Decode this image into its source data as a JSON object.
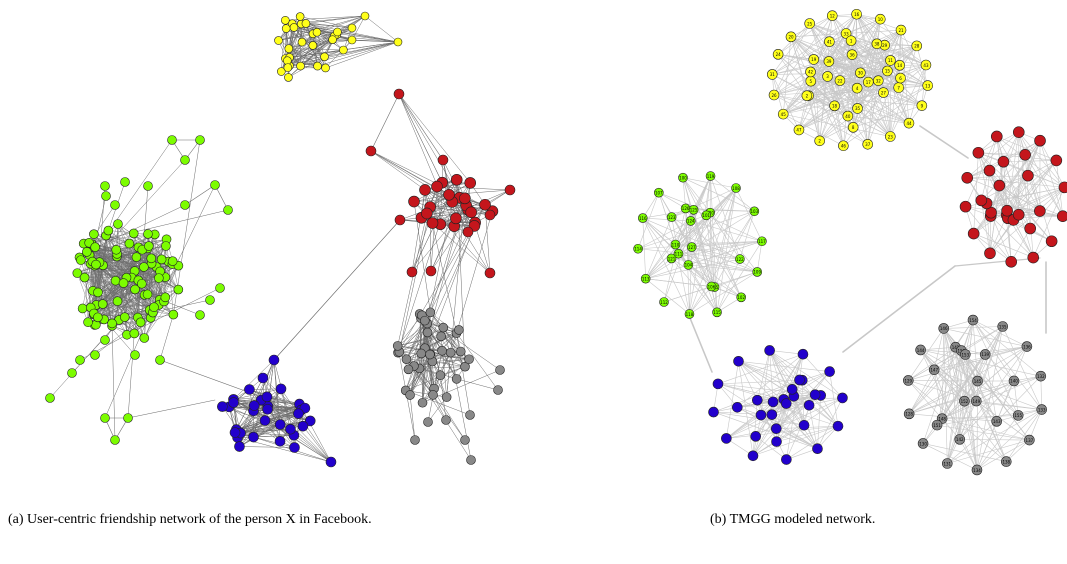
{
  "figure": {
    "captions": {
      "a": "(a) User-centric friendship network of the person X in Facebook.",
      "b": "(b) TMGG modeled network."
    },
    "colors": {
      "yellow": "#ffff1a",
      "red": "#c4161c",
      "green": "#7cfc00",
      "blue": "#2200cc",
      "gray": "#888888",
      "edge_a": "#6e6e6e",
      "edge_b": "#c8c8c8"
    }
  },
  "labels": {
    "yellow_b": [
      "12",
      "16",
      "10",
      "21",
      "28",
      "43",
      "13",
      "9",
      "44",
      "23",
      "37",
      "46",
      "2",
      "47",
      "45",
      "26",
      "31",
      "24",
      "20",
      "25",
      "35",
      "5",
      "33",
      "11",
      "19",
      "40",
      "42",
      "32",
      "17",
      "29",
      "27",
      "22",
      "34",
      "36",
      "15",
      "30",
      "41",
      "38",
      "7",
      "18",
      "8",
      "14",
      "3",
      "4",
      "39",
      "1",
      "6",
      "2"
    ],
    "green_b": [
      "119",
      "108",
      "103",
      "117",
      "109",
      "102",
      "115",
      "118",
      "112",
      "113",
      "114",
      "116",
      "107",
      "100",
      "122",
      "121",
      "111",
      "104",
      "105",
      "127",
      "126",
      "110",
      "120",
      "106",
      "101",
      "123",
      "124",
      "125"
    ],
    "gray_b": [
      "154",
      "135",
      "136",
      "132",
      "133",
      "137",
      "138",
      "134",
      "131",
      "130",
      "128",
      "129",
      "144",
      "146",
      "142",
      "155",
      "148",
      "143",
      "141",
      "147",
      "145",
      "149",
      "139",
      "140",
      "150",
      "151",
      "152",
      "153"
    ]
  }
}
